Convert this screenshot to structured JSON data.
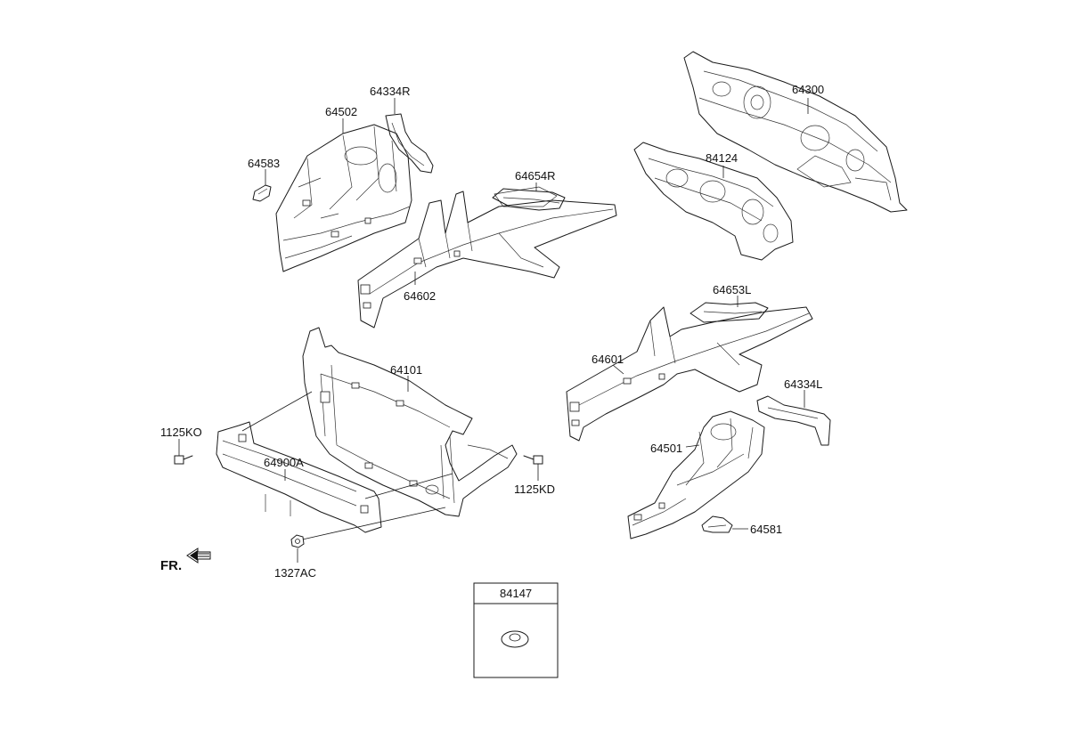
{
  "labels": {
    "p64334R": "64334R",
    "p64502": "64502",
    "p64583": "64583",
    "p64654R": "64654R",
    "p64602": "64602",
    "p64300": "64300",
    "p84124": "84124",
    "p64653L": "64653L",
    "p64601": "64601",
    "p64334L": "64334L",
    "p64501": "64501",
    "p64581": "64581",
    "p64101": "64101",
    "p1125KO": "1125KO",
    "p64900A": "64900A",
    "p1125KD": "1125KD",
    "p1327AC": "1327AC",
    "p84147": "84147"
  },
  "direction_marker": "FR.",
  "icons": {
    "front_arrow": "fr-arrow-icon"
  }
}
